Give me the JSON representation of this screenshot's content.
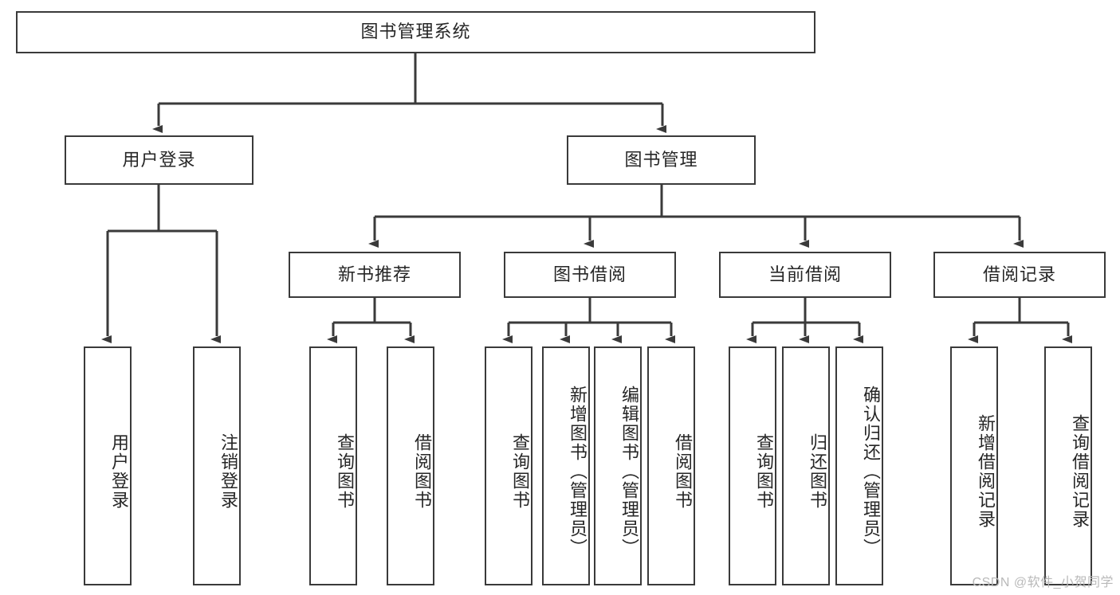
{
  "diagram": {
    "title_node": {
      "label": "图书管理系统"
    },
    "level2": [
      {
        "label": "用户登录"
      },
      {
        "label": "图书管理"
      }
    ],
    "level3": [
      {
        "label": "新书推荐"
      },
      {
        "label": "图书借阅"
      },
      {
        "label": "当前借阅"
      },
      {
        "label": "借阅记录"
      }
    ],
    "leaves": {
      "user_login": [
        {
          "label": "用户登录"
        },
        {
          "label": "注销登录"
        }
      ],
      "new_book_recommend": [
        {
          "label": "查询图书"
        },
        {
          "label": "借阅图书"
        }
      ],
      "book_borrow": [
        {
          "label": "查询图书"
        },
        {
          "label": "新增图书（管理员）"
        },
        {
          "label": "编辑图书（管理员）"
        },
        {
          "label": "借阅图书"
        }
      ],
      "current_borrow": [
        {
          "label": "查询图书"
        },
        {
          "label": "归还图书"
        },
        {
          "label": "确认归还（管理员）"
        }
      ],
      "borrow_record": [
        {
          "label": "新增借阅记录"
        },
        {
          "label": "查询借阅记录"
        }
      ]
    }
  },
  "watermark": {
    "text": "CSDN @软件_小贺同学"
  },
  "colors": {
    "stroke": "#3a3a3a",
    "text": "#262626",
    "background": "#ffffff",
    "watermark": "#b9b9b9"
  }
}
